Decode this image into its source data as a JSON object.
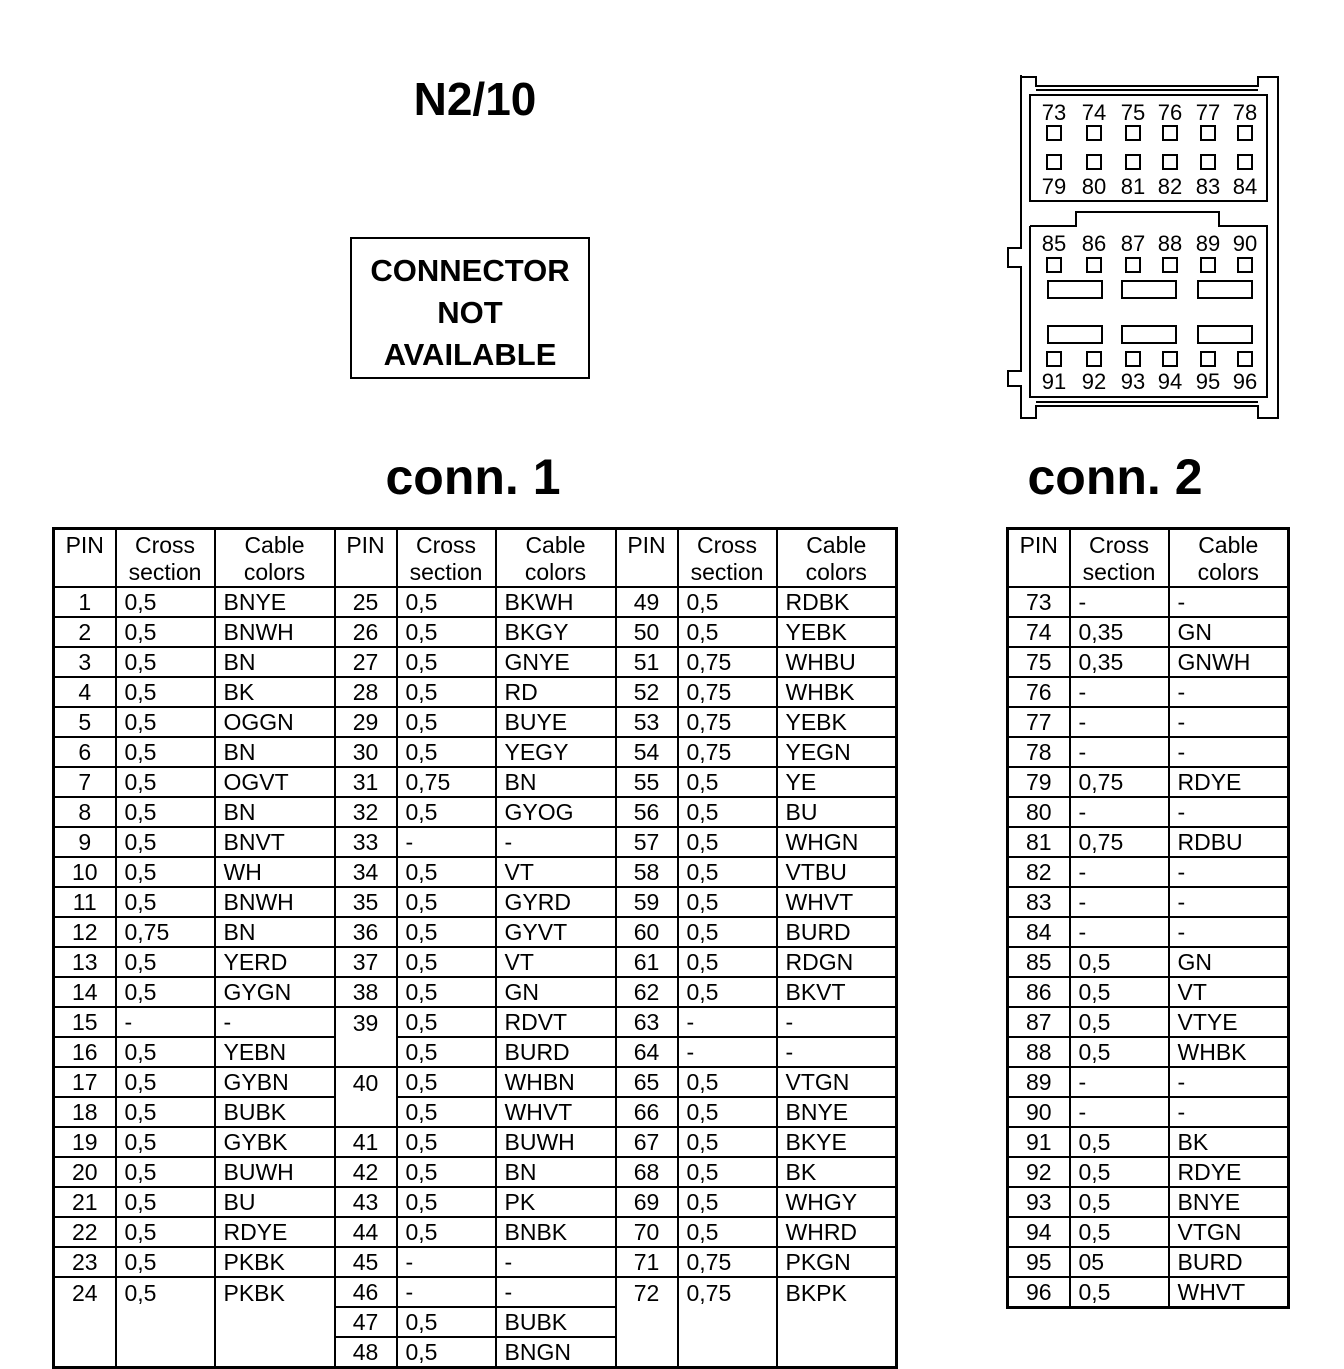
{
  "title": "N2/10",
  "not_available": [
    "CONNECTOR",
    "NOT",
    "AVAILABLE"
  ],
  "conn1": {
    "label": "conn. 1",
    "headers": [
      "PIN",
      "Cross section",
      "Cable colors"
    ],
    "rows": [
      [
        [
          "1",
          "0,5",
          "BNYE"
        ],
        [
          "25",
          "0,5",
          "BKWH"
        ],
        [
          "49",
          "0,5",
          "RDBK"
        ]
      ],
      [
        [
          "2",
          "0,5",
          "BNWH"
        ],
        [
          "26",
          "0,5",
          "BKGY"
        ],
        [
          "50",
          "0,5",
          "YEBK"
        ]
      ],
      [
        [
          "3",
          "0,5",
          "BN"
        ],
        [
          "27",
          "0,5",
          "GNYE"
        ],
        [
          "51",
          "0,75",
          "WHBU"
        ]
      ],
      [
        [
          "4",
          "0,5",
          "BK"
        ],
        [
          "28",
          "0,5",
          "RD"
        ],
        [
          "52",
          "0,75",
          "WHBK"
        ]
      ],
      [
        [
          "5",
          "0,5",
          "OGGN"
        ],
        [
          "29",
          "0,5",
          "BUYE"
        ],
        [
          "53",
          "0,75",
          "YEBK"
        ]
      ],
      [
        [
          "6",
          "0,5",
          "BN"
        ],
        [
          "30",
          "0,5",
          "YEGY"
        ],
        [
          "54",
          "0,75",
          "YEGN"
        ]
      ],
      [
        [
          "7",
          "0,5",
          "OGVT"
        ],
        [
          "31",
          "0,75",
          "BN"
        ],
        [
          "55",
          "0,5",
          "YE"
        ]
      ],
      [
        [
          "8",
          "0,5",
          "BN"
        ],
        [
          "32",
          "0,5",
          "GYOG"
        ],
        [
          "56",
          "0,5",
          "BU"
        ]
      ],
      [
        [
          "9",
          "0,5",
          "BNVT"
        ],
        [
          "33",
          "-",
          "-"
        ],
        [
          "57",
          "0,5",
          "WHGN"
        ]
      ],
      [
        [
          "10",
          "0,5",
          "WH"
        ],
        [
          "34",
          "0,5",
          "VT"
        ],
        [
          "58",
          "0,5",
          "VTBU"
        ]
      ],
      [
        [
          "11",
          "0,5",
          "BNWH"
        ],
        [
          "35",
          "0,5",
          "GYRD"
        ],
        [
          "59",
          "0,5",
          "WHVT"
        ]
      ],
      [
        [
          "12",
          "0,75",
          "BN"
        ],
        [
          "36",
          "0,5",
          "GYVT"
        ],
        [
          "60",
          "0,5",
          "BURD"
        ]
      ],
      [
        [
          "13",
          "0,5",
          "YERD"
        ],
        [
          "37",
          "0,5",
          "VT"
        ],
        [
          "61",
          "0,5",
          "RDGN"
        ]
      ],
      [
        [
          "14",
          "0,5",
          "GYGN"
        ],
        [
          "38",
          "0,5",
          "GN"
        ],
        [
          "62",
          "0,5",
          "BKVT"
        ]
      ],
      [
        [
          "15",
          "-",
          "-"
        ],
        [
          "39",
          "0,5",
          "RDVT"
        ],
        [
          "63",
          "-",
          "-"
        ]
      ],
      [
        [
          "16",
          "0,5",
          "YEBN"
        ],
        [
          "",
          "0,5",
          "BURD"
        ],
        [
          "64",
          "-",
          "-"
        ]
      ],
      [
        [
          "17",
          "0,5",
          "GYBN"
        ],
        [
          "40",
          "0,5",
          "WHBN"
        ],
        [
          "65",
          "0,5",
          "VTGN"
        ]
      ],
      [
        [
          "18",
          "0,5",
          "BUBK"
        ],
        [
          "",
          "0,5",
          "WHVT"
        ],
        [
          "66",
          "0,5",
          "BNYE"
        ]
      ],
      [
        [
          "19",
          "0,5",
          "GYBK"
        ],
        [
          "41",
          "0,5",
          "BUWH"
        ],
        [
          "67",
          "0,5",
          "BKYE"
        ]
      ],
      [
        [
          "20",
          "0,5",
          "BUWH"
        ],
        [
          "42",
          "0,5",
          "BN"
        ],
        [
          "68",
          "0,5",
          "BK"
        ]
      ],
      [
        [
          "21",
          "0,5",
          "BU"
        ],
        [
          "43",
          "0,5",
          "PK"
        ],
        [
          "69",
          "0,5",
          "WHGY"
        ]
      ],
      [
        [
          "22",
          "0,5",
          "RDYE"
        ],
        [
          "44",
          "0,5",
          "BNBK"
        ],
        [
          "70",
          "0,5",
          "WHRD"
        ]
      ],
      [
        [
          "23",
          "0,5",
          "PKBK"
        ],
        [
          "45",
          "-",
          "-"
        ],
        [
          "71",
          "0,75",
          "PKGN"
        ]
      ],
      [
        [
          "24",
          "0,5",
          "PKBK"
        ],
        [
          "46",
          "-",
          "-"
        ],
        [
          "72",
          "0,75",
          "BKPK"
        ]
      ],
      [
        [
          "",
          "",
          ""
        ],
        [
          "47",
          "0,5",
          "BUBK"
        ],
        [
          "",
          "",
          ""
        ]
      ],
      [
        [
          "",
          "",
          ""
        ],
        [
          "48",
          "0,5",
          "BNGN"
        ],
        [
          "",
          "",
          ""
        ]
      ]
    ]
  },
  "conn2": {
    "label": "conn. 2",
    "headers": [
      "PIN",
      "Cross section",
      "Cable colors"
    ],
    "rows": [
      [
        "73",
        "-",
        "-"
      ],
      [
        "74",
        "0,35",
        "GN"
      ],
      [
        "75",
        "0,35",
        "GNWH"
      ],
      [
        "76",
        "-",
        "-"
      ],
      [
        "77",
        "-",
        "-"
      ],
      [
        "78",
        "-",
        "-"
      ],
      [
        "79",
        "0,75",
        "RDYE"
      ],
      [
        "80",
        "-",
        "-"
      ],
      [
        "81",
        "0,75",
        "RDBU"
      ],
      [
        "82",
        "-",
        "-"
      ],
      [
        "83",
        "-",
        "-"
      ],
      [
        "84",
        "-",
        "-"
      ],
      [
        "85",
        "0,5",
        "GN"
      ],
      [
        "86",
        "0,5",
        "VT"
      ],
      [
        "87",
        "0,5",
        "VTYE"
      ],
      [
        "88",
        "0,5",
        "WHBK"
      ],
      [
        "89",
        "-",
        "-"
      ],
      [
        "90",
        "-",
        "-"
      ],
      [
        "91",
        "0,5",
        "BK"
      ],
      [
        "92",
        "0,5",
        "RDYE"
      ],
      [
        "93",
        "0,5",
        "BNYE"
      ],
      [
        "94",
        "0,5",
        "VTGN"
      ],
      [
        "95",
        "05",
        "BURD"
      ],
      [
        "96",
        "0,5",
        "WHVT"
      ]
    ]
  },
  "connector_pins": {
    "top_row": [
      "73",
      "74",
      "75",
      "76",
      "77",
      "78"
    ],
    "second_row": [
      "79",
      "80",
      "81",
      "82",
      "83",
      "84"
    ],
    "third_row": [
      "85",
      "86",
      "87",
      "88",
      "89",
      "90"
    ],
    "bottom_row": [
      "91",
      "92",
      "93",
      "94",
      "95",
      "96"
    ]
  }
}
